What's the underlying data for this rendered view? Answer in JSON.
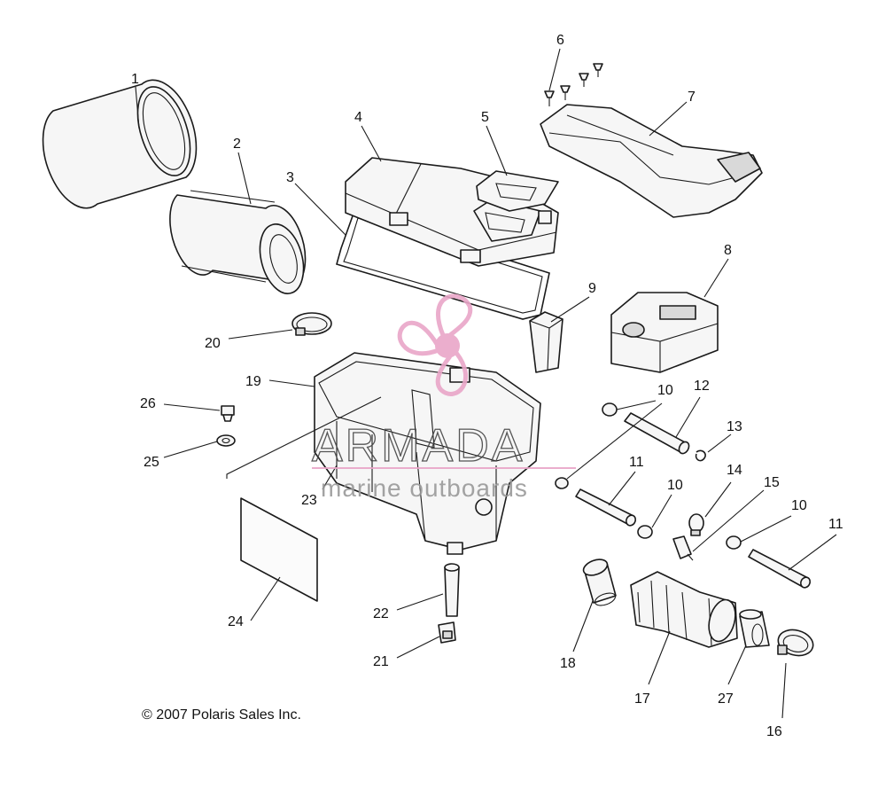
{
  "callouts": [
    {
      "number": "1"
    },
    {
      "number": "2"
    },
    {
      "number": "3"
    },
    {
      "number": "4"
    },
    {
      "number": "5"
    },
    {
      "number": "6"
    },
    {
      "number": "7"
    },
    {
      "number": "8"
    },
    {
      "number": "9"
    },
    {
      "number": "10"
    },
    {
      "number": "10"
    },
    {
      "number": "10"
    },
    {
      "number": "11"
    },
    {
      "number": "11"
    },
    {
      "number": "12"
    },
    {
      "number": "13"
    },
    {
      "number": "14"
    },
    {
      "number": "15"
    },
    {
      "number": "16"
    },
    {
      "number": "17"
    },
    {
      "number": "18"
    },
    {
      "number": "19"
    },
    {
      "number": "20"
    },
    {
      "number": "21"
    },
    {
      "number": "22"
    },
    {
      "number": "23"
    },
    {
      "number": "24"
    },
    {
      "number": "25"
    },
    {
      "number": "26"
    },
    {
      "number": "27"
    }
  ],
  "copyright": "© 2007 Polaris Sales Inc.",
  "watermark": {
    "name": "ARMADA",
    "tagline": "marine outboards",
    "accent_color": "#e9a6c8"
  }
}
